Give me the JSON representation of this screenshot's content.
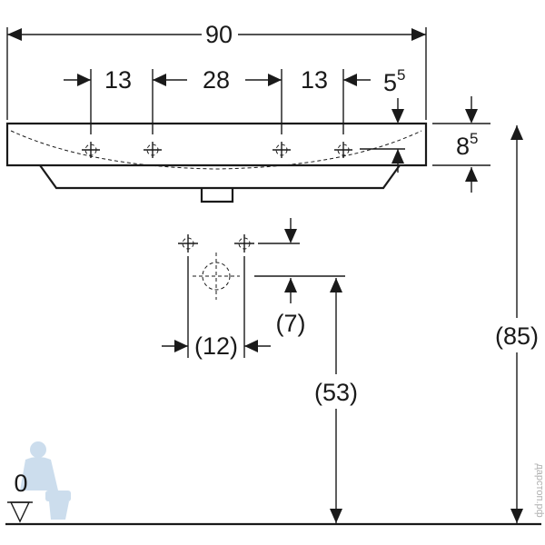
{
  "dimensions": {
    "overall_width": "90",
    "tap_offset_left": "13",
    "tap_spacing": "28",
    "tap_offset_right": "13",
    "overflow_offset_main": "5",
    "overflow_offset_sup": "5",
    "basin_thickness_main": "8",
    "basin_thickness_sup": "5",
    "drain_spacing": "(12)",
    "drain_vertical_offset": "(7)",
    "drain_height": "(53)",
    "total_height": "(85)"
  },
  "floor_marker": {
    "label": "0"
  },
  "watermark": {
    "text": "дарстоп.рф"
  },
  "colors": {
    "ink": "#1a1a1a",
    "background": "#ffffff",
    "watermark": "#8fb6d8"
  }
}
